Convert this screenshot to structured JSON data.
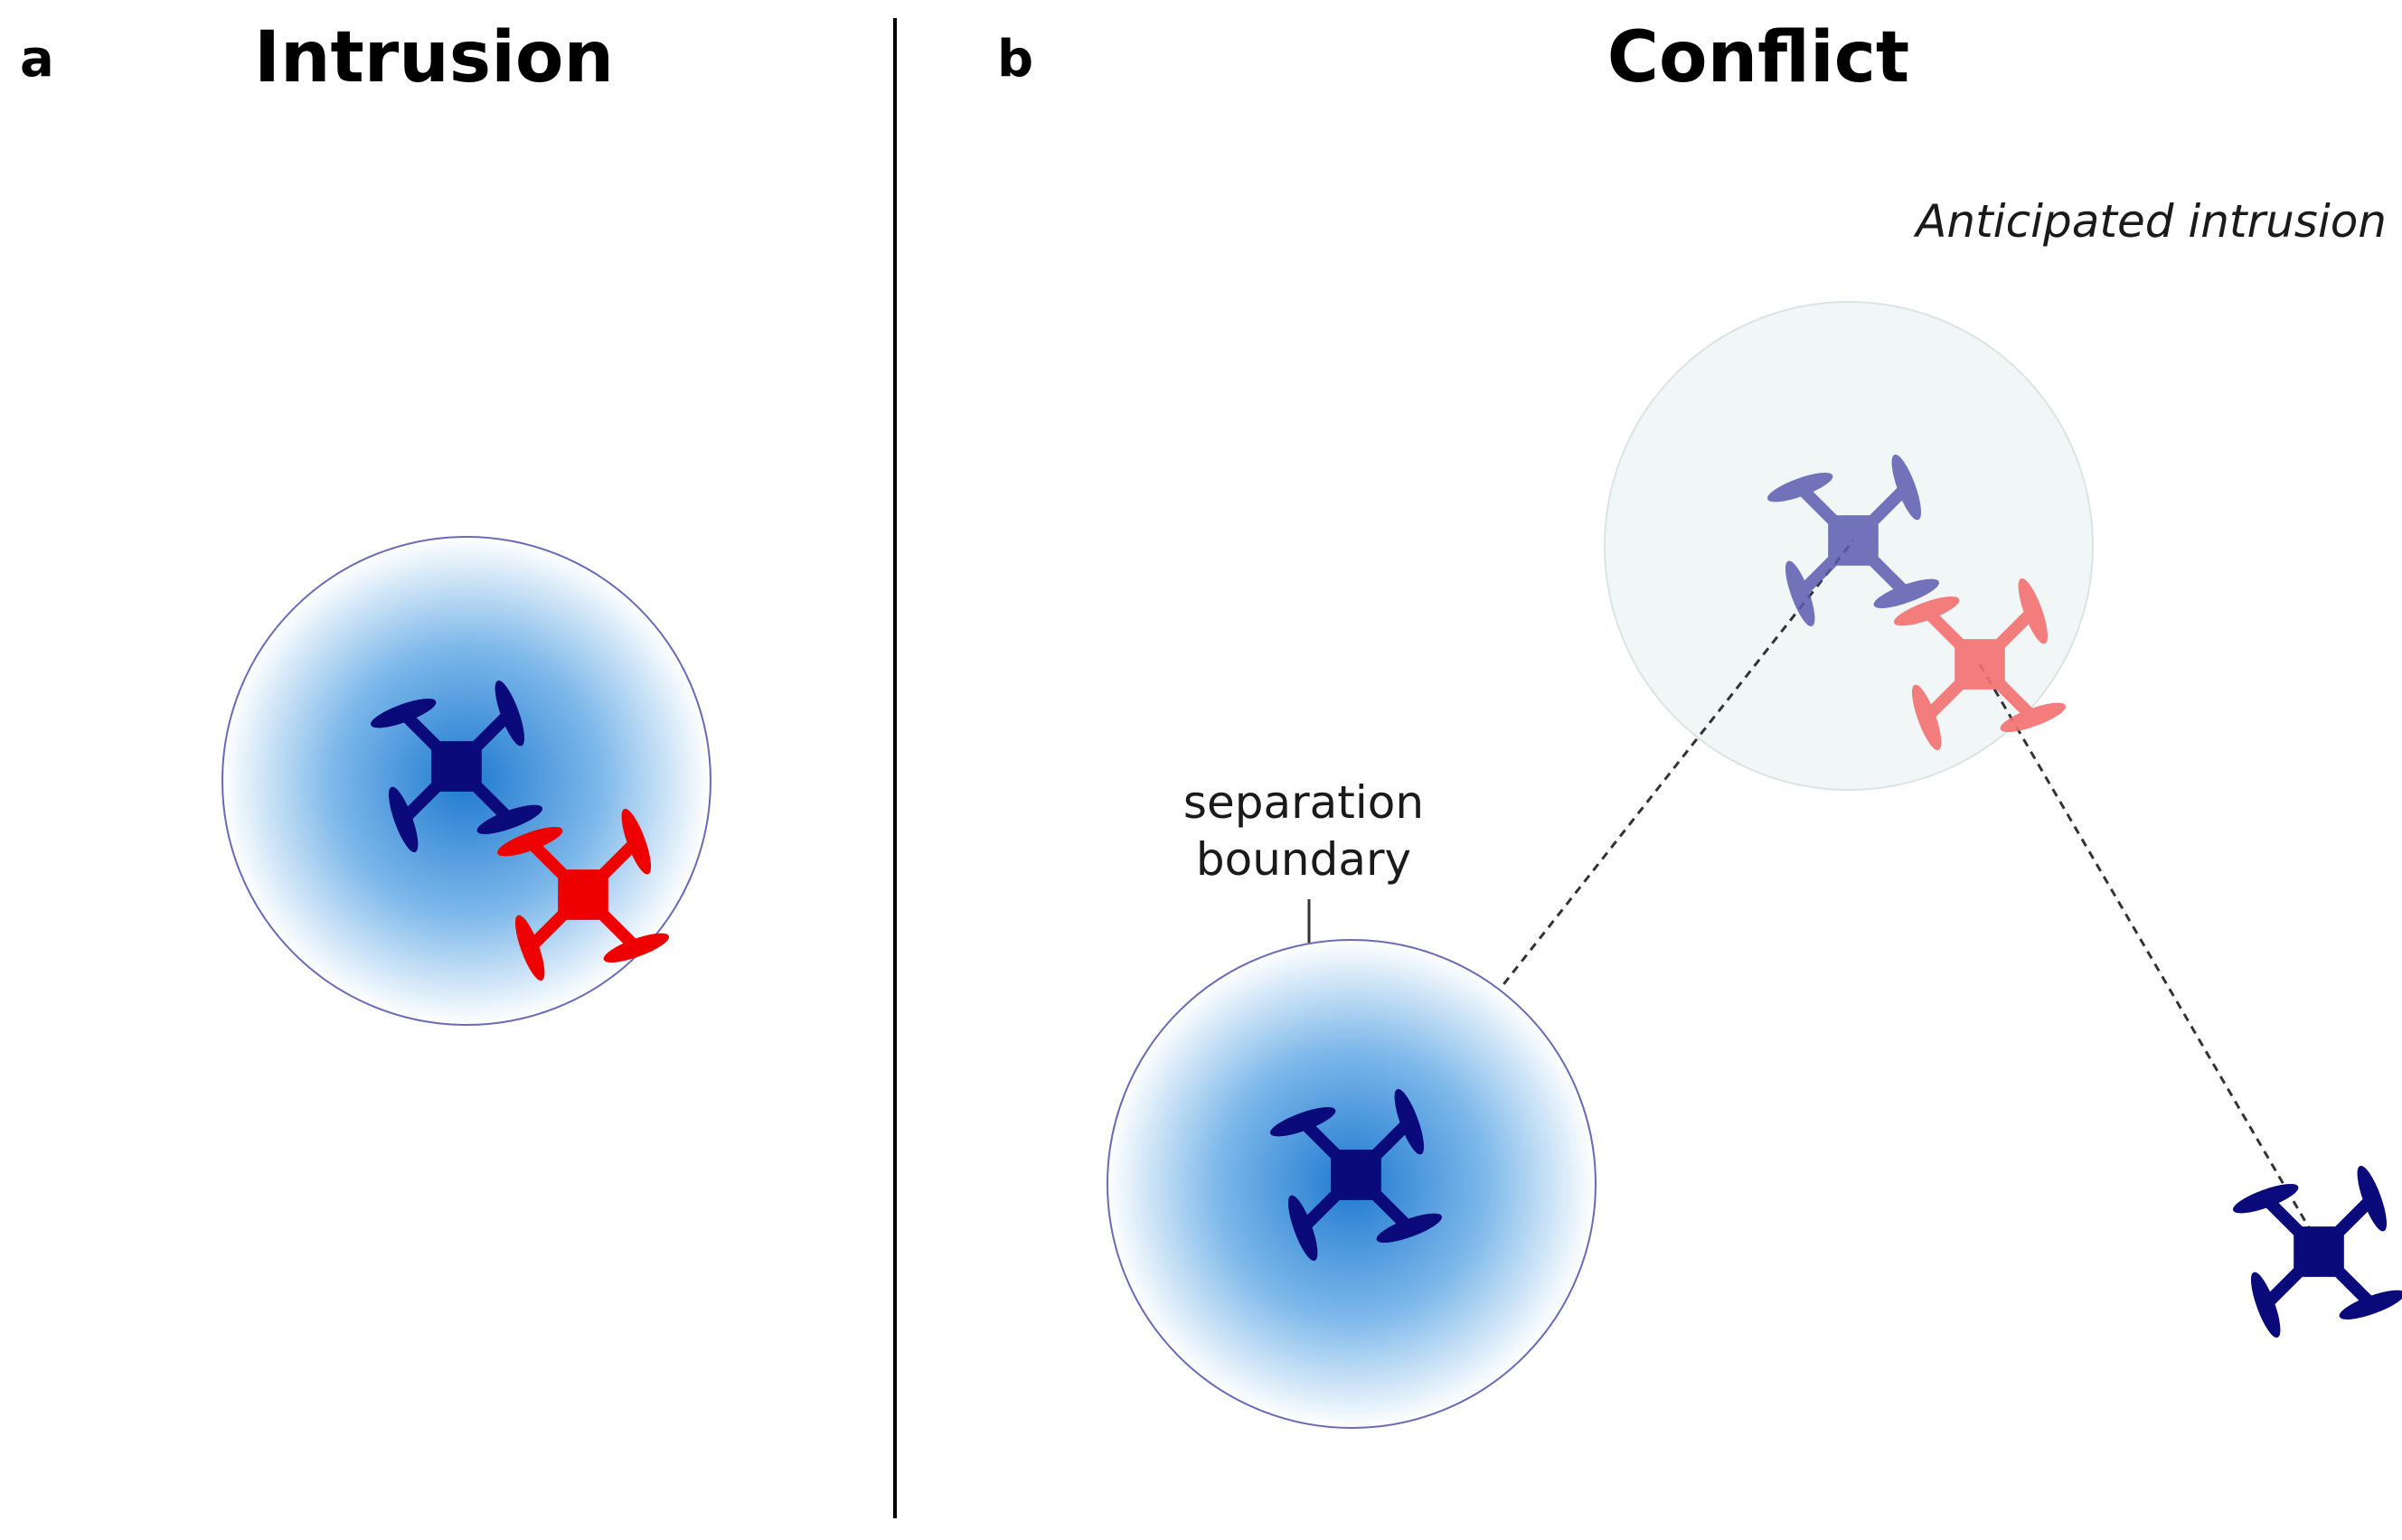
{
  "panel_a": {
    "letter": "a",
    "title": "Intrusion"
  },
  "panel_b": {
    "letter": "b",
    "title": "Conflict",
    "anticipated_label": "Anticipated intrusion",
    "boundary_label_line1": "separation",
    "boundary_label_line2": "boundary"
  },
  "colors": {
    "ownship": "#0a0a7a",
    "intruder": "#ee0000",
    "zone_inner": "#2f86d6",
    "zone_edge": "#6a6ab8",
    "future_zone": "#f1f6f6"
  }
}
